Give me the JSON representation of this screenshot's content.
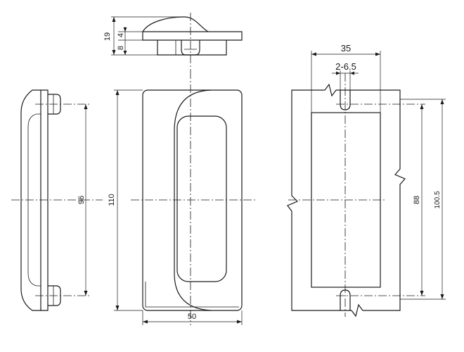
{
  "drawing": {
    "dimensions": {
      "top_height": "19",
      "top_flange": "4",
      "top_depth": "8",
      "side_height": "96",
      "front_height": "110",
      "front_width": "50",
      "cutout_width": "35",
      "hole_spec": "2-6.5",
      "hole_spacing": "88",
      "cutout_height": "100.5"
    }
  }
}
